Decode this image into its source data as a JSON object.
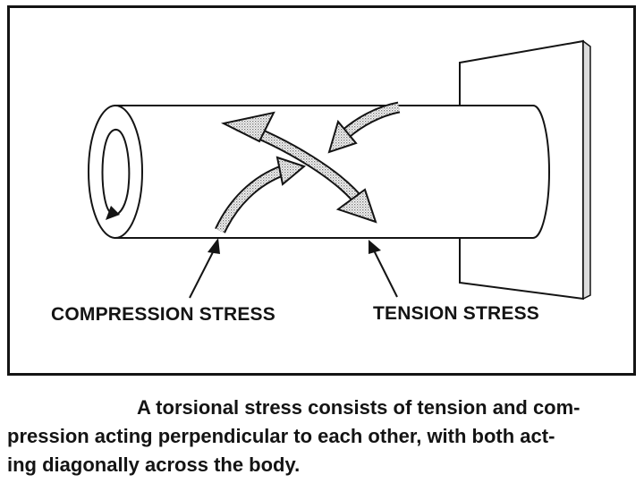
{
  "labels": {
    "compression": "COMPRESSION STRESS",
    "tension": "TENSION STRESS"
  },
  "caption": {
    "line1": "A torsional stress consists of tension and com-",
    "line2": "pression acting perpendicular to each other, with both act-",
    "line3": "ing diagonally across the body."
  },
  "colors": {
    "ink": "#141414",
    "arrow_fill": "#d6d6d6",
    "background": "#ffffff"
  }
}
